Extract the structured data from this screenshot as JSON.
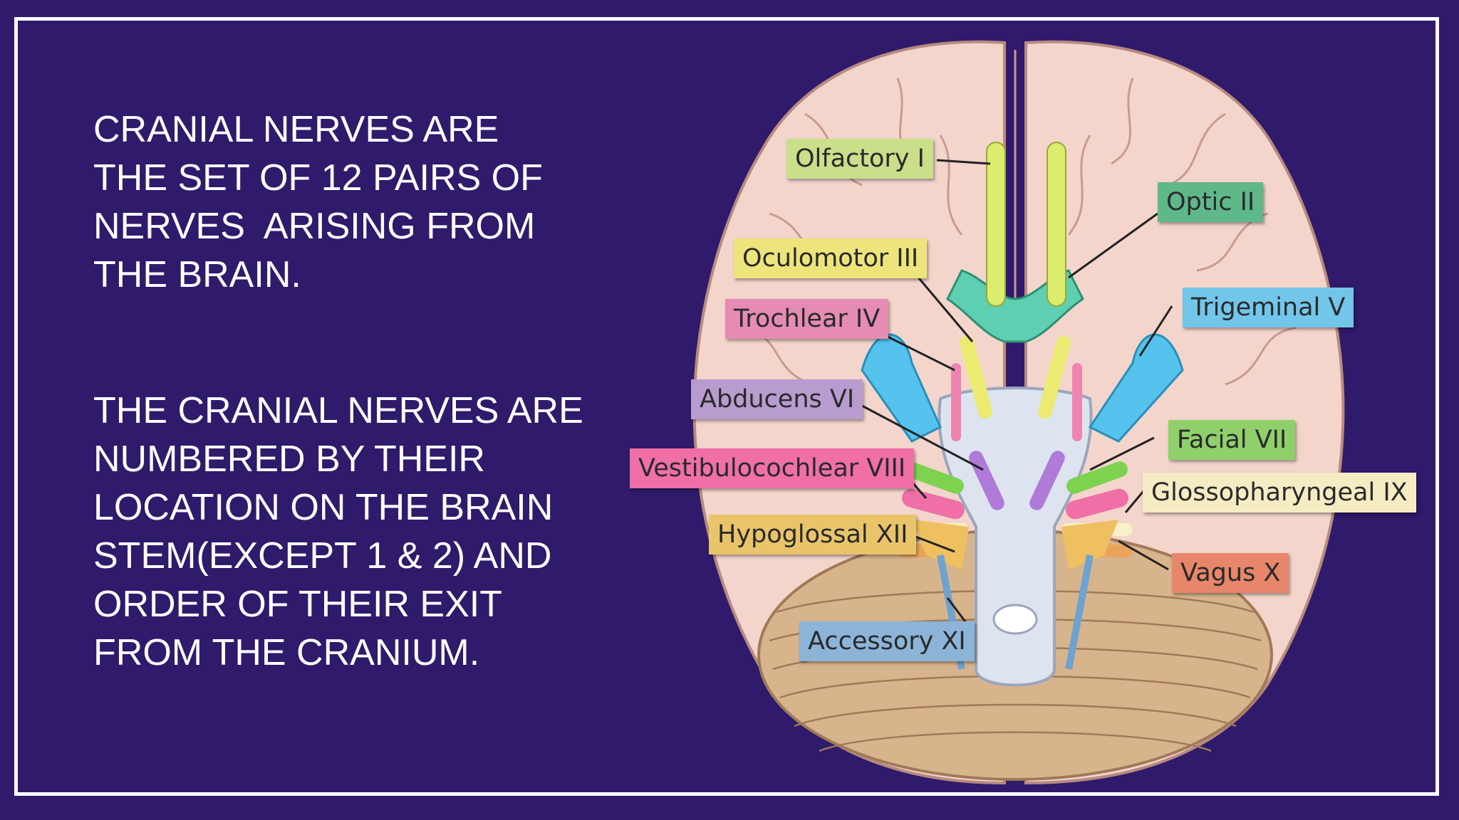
{
  "text": {
    "paragraph1": [
      "CRANIAL NERVES ARE",
      "THE SET OF 12 PAIRS OF",
      "NERVES  ARISING FROM",
      "THE BRAIN."
    ],
    "paragraph2": [
      "THE CRANIAL NERVES ARE",
      "NUMBERED BY THEIR",
      "LOCATION ON THE BRAIN",
      "STEM(EXCEPT 1 & 2) AND",
      "ORDER OF THEIR EXIT",
      "FROM THE CRANIUM."
    ]
  },
  "colors": {
    "background": "#2f1a6b",
    "frame": "#ffffff",
    "brain": "#f3d5cc",
    "cerebellum": "#d8b48d",
    "brainstem": "#dde4f0"
  },
  "labels": {
    "olfactory": {
      "text": "Olfactory I",
      "color": "#c9df8a"
    },
    "optic": {
      "text": "Optic II",
      "color": "#5fb88a"
    },
    "oculomotor": {
      "text": "Oculomotor III",
      "color": "#eee47c"
    },
    "trochlear": {
      "text": "Trochlear IV",
      "color": "#e68cb4"
    },
    "trigeminal": {
      "text": "Trigeminal V",
      "color": "#72c6ea"
    },
    "abducens": {
      "text": "Abducens VI",
      "color": "#b89cd0"
    },
    "facial": {
      "text": "Facial VII",
      "color": "#8fd06a"
    },
    "vestibulocochlear": {
      "text": "Vestibulocochlear VIII",
      "color": "#ef6fa6"
    },
    "glossopharyngeal": {
      "text": "Glossopharyngeal IX",
      "color": "#f5ecc4"
    },
    "hypoglossal": {
      "text": "Hypoglossal XII",
      "color": "#e9c46a"
    },
    "vagus": {
      "text": "Vagus X",
      "color": "#e7866a"
    },
    "accessory": {
      "text": "Accessory XI",
      "color": "#8cb4d8"
    }
  }
}
